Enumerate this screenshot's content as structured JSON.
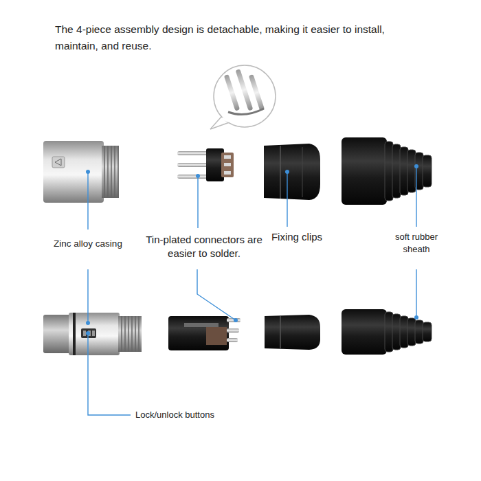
{
  "diagram": {
    "title": "The 4-piece assembly design is detachable, making it easier to install, maintain, and reuse.",
    "labels": [
      "Zinc alloy casing",
      "Tin-plated connectors are easier to solder.",
      "Fixing clips",
      "soft rubber sheath",
      "Lock/unlock buttons"
    ]
  }
}
